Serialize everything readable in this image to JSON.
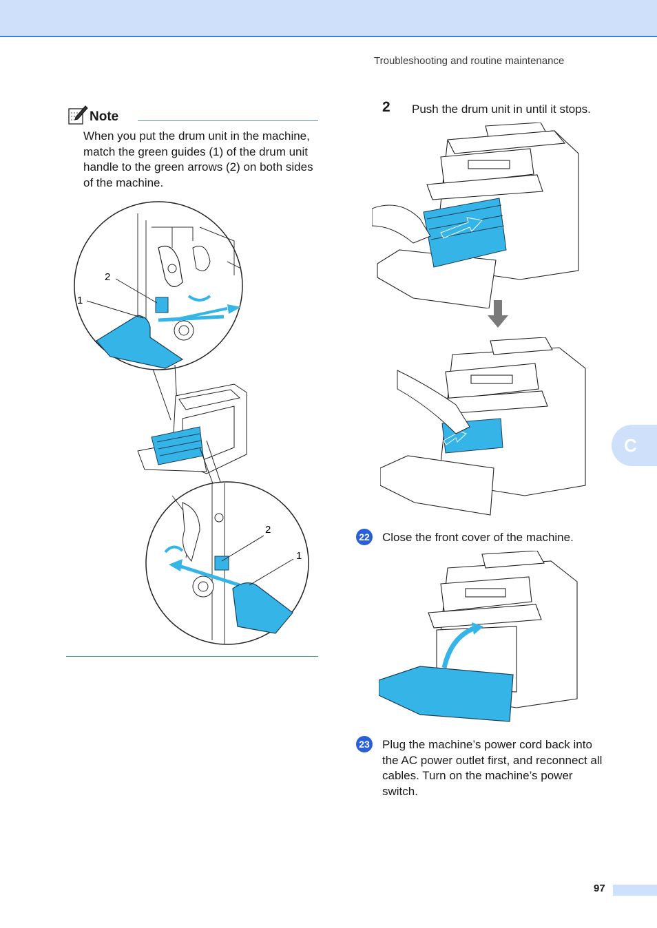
{
  "header": {
    "section_title": "Troubleshooting and routine maintenance"
  },
  "note": {
    "label": "Note",
    "text": "When you put the drum unit in the machine, match the green guides (1) of the drum unit handle to the green arrows (2) on both sides of the machine."
  },
  "callouts": {
    "guide": "1",
    "arrow": "2"
  },
  "steps": [
    {
      "number": "2",
      "text": "Push the drum unit in until it stops."
    },
    {
      "number": "22",
      "text": "Close the front cover of the machine."
    },
    {
      "number": "23",
      "text": "Plug the machine’s power cord back into the AC power outlet first, and reconnect all cables. Turn on the machine’s power switch."
    }
  ],
  "side_tab": {
    "label": "C"
  },
  "footer": {
    "page_number": "97"
  },
  "colors": {
    "accent": "#3d7ee6",
    "band": "#cfe0fa",
    "highlight": "#35b4e8",
    "step_badge": "#2a5fd6"
  }
}
